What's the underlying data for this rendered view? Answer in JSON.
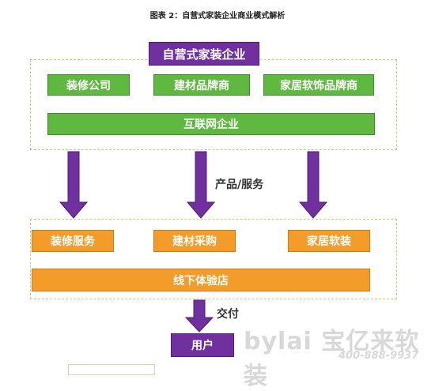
{
  "title": "图表 2：自营式家装企业商业模式解析",
  "top_group": {
    "header": "自营式家装企业",
    "items": [
      "装修公司",
      "建材品牌商",
      "家居软饰品牌商"
    ],
    "platform": "互联网企业"
  },
  "flow_label": "产品/服务",
  "bottom_group": {
    "items": [
      "装修服务",
      "建材采购",
      "家居软装"
    ],
    "store": "线下体验店"
  },
  "deliver_label": "交付",
  "user": "用户",
  "watermark": {
    "brand": "bylai 宝亿来软装",
    "phone": "400-888-9937"
  },
  "colors": {
    "purple": "#7030a0",
    "green": "#5fb83f",
    "orange": "#f39c2a"
  }
}
